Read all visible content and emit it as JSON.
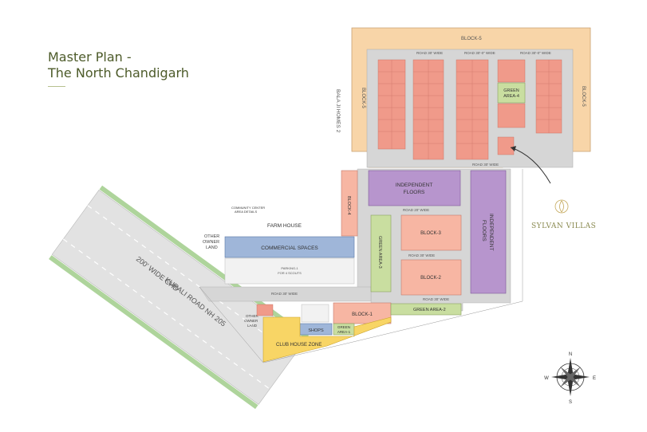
{
  "header": {
    "title_line1": "Master Plan -",
    "title_line2": "The North Chandigarh"
  },
  "brand": {
    "name": "SYLVAN VILLAS"
  },
  "labels": {
    "block5_top": "BLOCK-5",
    "block5_left": "BLOCK-5",
    "block5_right": "BLOCK-5",
    "balaji": "BALA JI HOMES 2",
    "green4_a": "GREEN",
    "green4_b": "AREA-4",
    "road_top1": "ROAD 30' WIDE",
    "road_top2": "ROAD 30'-0\" WIDE",
    "road_top3": "ROAD 30'-0\" WIDE",
    "road_bottom": "ROAD 30' WIDE",
    "road_lower": "ROAD 30' WIDE",
    "independent1_a": "INDEPENDENT",
    "independent1_b": "FLOORS",
    "independent2_a": "INDEPENDENT",
    "independent2_b": "FLOORS",
    "block4": "BLOCK-4",
    "block3": "BLOCK-3",
    "block2": "BLOCK-2",
    "block1": "BLOCK-1",
    "road_20": "ROAD 20' WIDE",
    "road_30": "ROAD 30' WIDE",
    "road_h": "ROAD 30' WIDE",
    "green3": "GREEN AREA-3",
    "green2": "GREEN AREA-2",
    "green1_a": "GREEN",
    "green1_b": "AREA-1",
    "community_a": "COMMUNITY CENTER",
    "community_b": "AREA DETAILS",
    "farm_house": "FARM HOUSE",
    "commercial": "COMMERCIAL SPACES",
    "parking_a": "PARKING-1",
    "parking_b": "FOR 4 SCOUTS",
    "other_owner1_a": "OTHER",
    "other_owner1_b": "OWNER",
    "other_owner1_c": "LAND",
    "other_owner2_a": "OTHER",
    "other_owner2_b": "OWNER",
    "other_owner2_c": "LAND",
    "highway_a": "200' WIDE CHD",
    "highway_b": "KURALI ROAD NH 205",
    "shops": "SHOPS",
    "club": "CLUB HOUSE ZONE",
    "compass_n": "N",
    "compass_s": "S",
    "compass_e": "E",
    "compass_w": "W"
  },
  "colors": {
    "title": "#4d5b2a",
    "block5": "#f8d5a8",
    "plot": "#f09a8a",
    "road": "#d6d6d6",
    "green": "#c9dea0",
    "purple": "#b795cd",
    "salmon": "#f7b6a3",
    "commercial": "#9fb6d9",
    "club": "#f8d565",
    "shops": "#9fb6d9",
    "highway_band": "#aed49b"
  }
}
